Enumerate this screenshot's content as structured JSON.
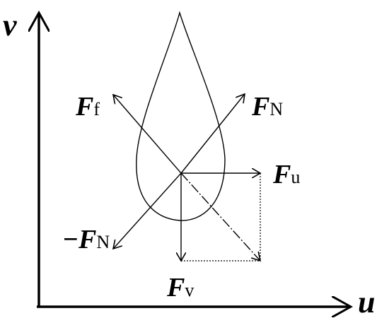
{
  "axes": {
    "x_label": "u",
    "y_label": "v"
  },
  "forces": {
    "friction": {
      "symbol": "F",
      "subscript": "f"
    },
    "normal": {
      "symbol": "F",
      "subscript": "N"
    },
    "neg_normal": {
      "prefix": "−",
      "symbol": "F",
      "subscript": "N"
    },
    "u_component": {
      "symbol": "F",
      "subscript": "u"
    },
    "v_component": {
      "symbol": "F",
      "subscript": "v"
    }
  },
  "colors": {
    "ink": "#000000",
    "background": "#ffffff"
  }
}
